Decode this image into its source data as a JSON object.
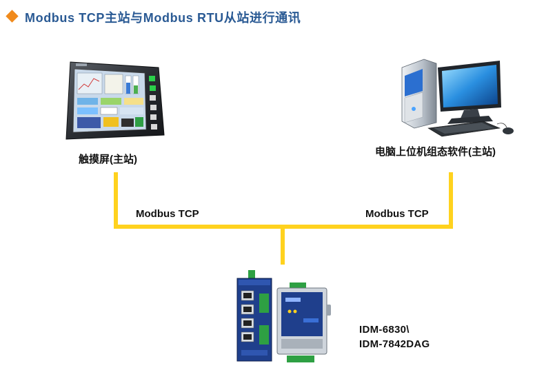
{
  "title": "Modbus TCP主站与Modbus RTU从站进行通讯",
  "devices": {
    "hmi": {
      "label": "触摸屏(主站)"
    },
    "pc": {
      "label": "电脑上位机组态软件(主站)"
    },
    "gateway": {
      "label_line1": "IDM-6830\\",
      "label_line2": "IDM-7842DAG"
    }
  },
  "links": {
    "left": "Modbus TCP",
    "right": "Modbus TCP"
  },
  "colors": {
    "title": "#2a5a94",
    "accent": "#f08a1c",
    "wire": "#ffd21e",
    "device_blue": "#1f3f8c"
  }
}
